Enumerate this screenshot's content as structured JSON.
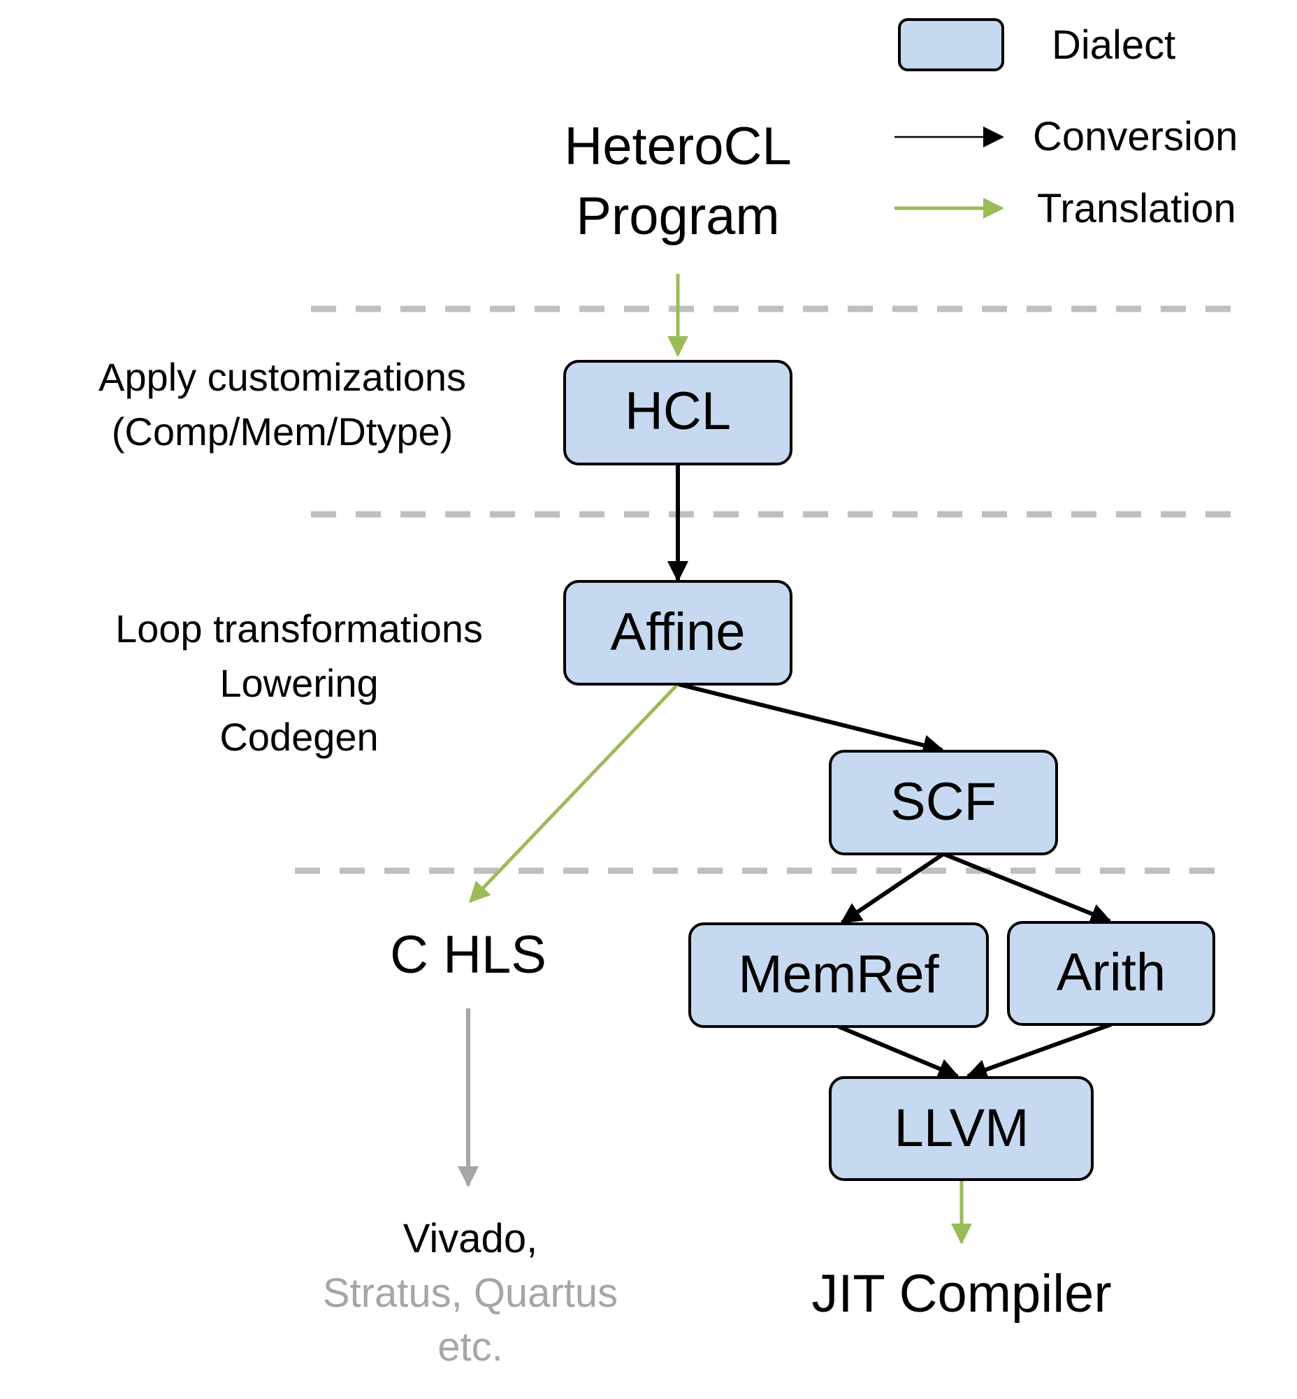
{
  "legend": {
    "dialect_label": "Dialect",
    "conversion_label": "Conversion",
    "translation_label": "Translation"
  },
  "colors": {
    "dialect_fill": "#c6d9f0",
    "conversion": "#000000",
    "translation": "#9bbb59",
    "divider": "#bfbfbf",
    "secondary_text": "#a6a6a6"
  },
  "source": {
    "line1": "HeteroCL",
    "line2": "Program"
  },
  "stage_notes": {
    "customization": [
      "Apply customizations",
      "(Comp/Mem/Dtype)"
    ],
    "transform": [
      "Loop transformations",
      "Lowering",
      "Codegen"
    ]
  },
  "dialects": {
    "hcl": "HCL",
    "affine": "Affine",
    "scf": "SCF",
    "memref": "MemRef",
    "arith": "Arith",
    "llvm": "LLVM"
  },
  "targets": {
    "chls": "C HLS",
    "tools_line1": "Vivado,",
    "tools_line2": "Stratus, Quartus",
    "tools_line3": "etc.",
    "jit": "JIT Compiler"
  },
  "edges": [
    {
      "from": "source",
      "to": "hcl",
      "kind": "translation"
    },
    {
      "from": "hcl",
      "to": "affine",
      "kind": "conversion"
    },
    {
      "from": "affine",
      "to": "scf",
      "kind": "conversion"
    },
    {
      "from": "affine",
      "to": "chls",
      "kind": "translation"
    },
    {
      "from": "scf",
      "to": "memref",
      "kind": "conversion"
    },
    {
      "from": "scf",
      "to": "arith",
      "kind": "conversion"
    },
    {
      "from": "memref",
      "to": "llvm",
      "kind": "conversion"
    },
    {
      "from": "arith",
      "to": "llvm",
      "kind": "conversion"
    },
    {
      "from": "llvm",
      "to": "jit",
      "kind": "translation"
    },
    {
      "from": "chls",
      "to": "tools",
      "kind": "downstream"
    }
  ]
}
